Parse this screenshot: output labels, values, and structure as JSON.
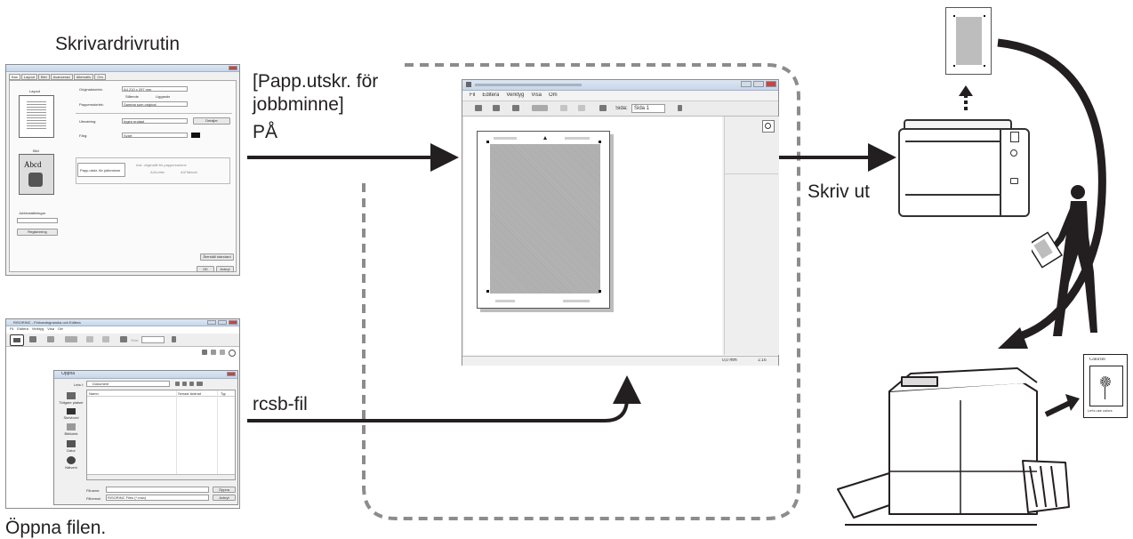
{
  "labels": {
    "driver_title": "Skrivardrivrutin",
    "job_memory_line1": "[Papp.utskr. för",
    "job_memory_line2": "jobbminne]",
    "on_label": "PÅ",
    "print_label": "Skriv ut",
    "rcsb_label": "rcsb-fil",
    "open_file_label": "Öppna filen."
  },
  "driver_window": {
    "tabs": [
      "Bas",
      "Layout",
      "Bild",
      "Avancerad",
      "Alternativ",
      "Om"
    ],
    "layout_label": "Layout",
    "image_label": "Bild",
    "original_size_label": "Originalstorlek:",
    "original_size_value": "A4 210 x 297 mm",
    "orientation_portrait": "Stående",
    "orientation_landscape": "Liggande",
    "paper_size_label": "Pappersstorlek:",
    "paper_size_value": "Samma som original",
    "zoom_label": "Utmatning:",
    "zoom_value": "Ingen endast",
    "details_button": "Detaljer",
    "color_label": "Färg:",
    "color_value": "Svart",
    "proof_checkbox": "Papp.utskr. för jobbminne",
    "proof_note": "Inst. originalfil för pappersminne",
    "proof_opt1": "A4/Letter",
    "proof_opt2": "A3/Tabloid",
    "job_memory_section": "Jobbinställningar",
    "register_button": "Registrering",
    "restore_button": "Återställ standard",
    "ok_button": "OK",
    "cancel_button": "Avbryt",
    "preview_text": "Abcd"
  },
  "editor_small": {
    "title": "RISORINC - Förhandsgranska och Editera",
    "menu": [
      "Fil",
      "Editera",
      "Verktyg",
      "Visa",
      "Om"
    ],
    "page_label": "Sida:"
  },
  "open_dialog": {
    "title": "Öppna",
    "look_in_label": "Leta i:",
    "look_in_value": "Dokument",
    "col_name": "Namn",
    "col_modified": "Senast ändrad",
    "col_type": "Typ",
    "places": [
      "Tidigare platser",
      "Skrivbord",
      "Bibliotek",
      "Dator",
      "Nätverk"
    ],
    "filename_label": "Filnamn:",
    "filetype_label": "Filformat:",
    "filetype_value": "RISORINC Files (*.rcsb)",
    "open_button": "Öppna",
    "cancel_button": "Avbryt"
  },
  "editor_large": {
    "menu": [
      "Fil",
      "Editera",
      "Verktyg",
      "Visa",
      "Om"
    ],
    "page_label": "Sida:",
    "page_value": "Sida 1",
    "status_pos": "0,0 mm",
    "status_zoom": "1:16"
  },
  "poster": {
    "brand": "ColorTel",
    "slogan": "Let's use colors"
  }
}
